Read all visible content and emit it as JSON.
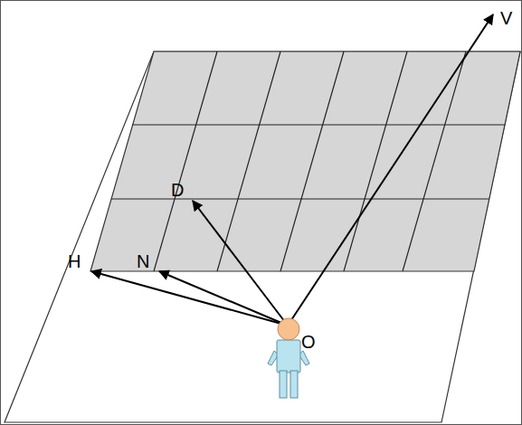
{
  "diagram": {
    "labels": [
      "V",
      "D",
      "H",
      "N",
      "O"
    ]
  }
}
